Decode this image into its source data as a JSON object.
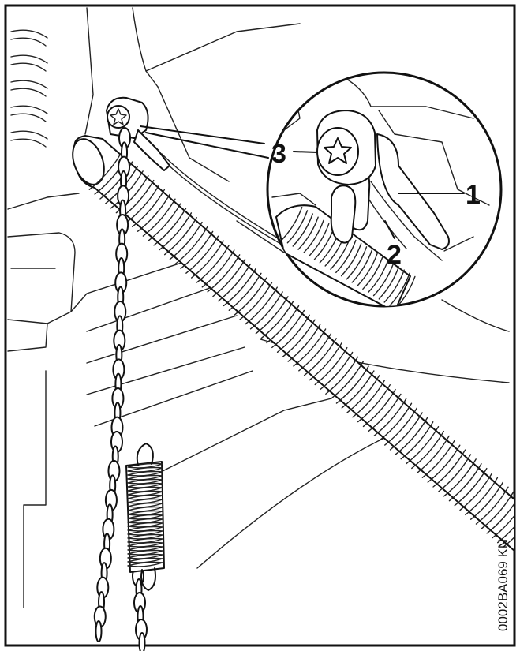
{
  "callouts": [
    {
      "id": "1",
      "label": "1"
    },
    {
      "id": "2",
      "label": "2"
    },
    {
      "id": "3",
      "label": "3"
    }
  ],
  "figure_code": "0002BA069 KN",
  "colors": {
    "line": "#111111",
    "background": "#ffffff"
  }
}
